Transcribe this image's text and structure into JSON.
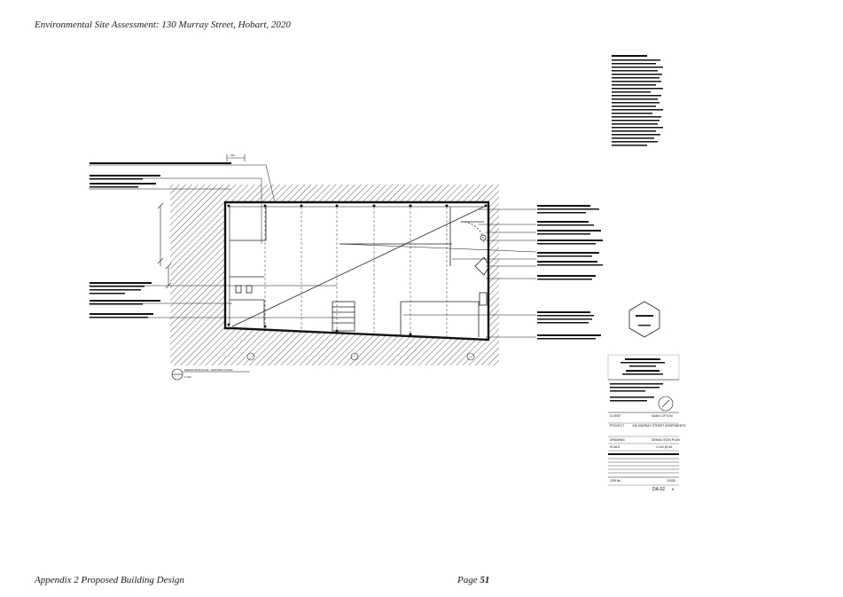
{
  "header": {
    "title": "Environmental Site Assessment: 130 Murray Street, Hobart, 2020"
  },
  "footer": {
    "section": "Appendix 2 Proposed Building Design",
    "page_label": "Page",
    "page_number": "51"
  },
  "drawing": {
    "plan_title": "DEMOLITION PLAN - GROUND FLOOR",
    "plan_scale": "1:100",
    "dimension_top": "940",
    "titleblock": {
      "client_label": "CLIENT",
      "client": "NANO LIFTON",
      "project_label": "PROJECT",
      "project": "130 MURRAY STREET APARTMENTS",
      "drawing_label": "DRAWING",
      "drawing": "DEMOLITION PLAN",
      "scale_label": "SCALE",
      "scale": "1:100 @ A3",
      "job_label": "JOB No",
      "job_no": "19030",
      "drawing_no": "DA-02",
      "revision": "B"
    }
  }
}
